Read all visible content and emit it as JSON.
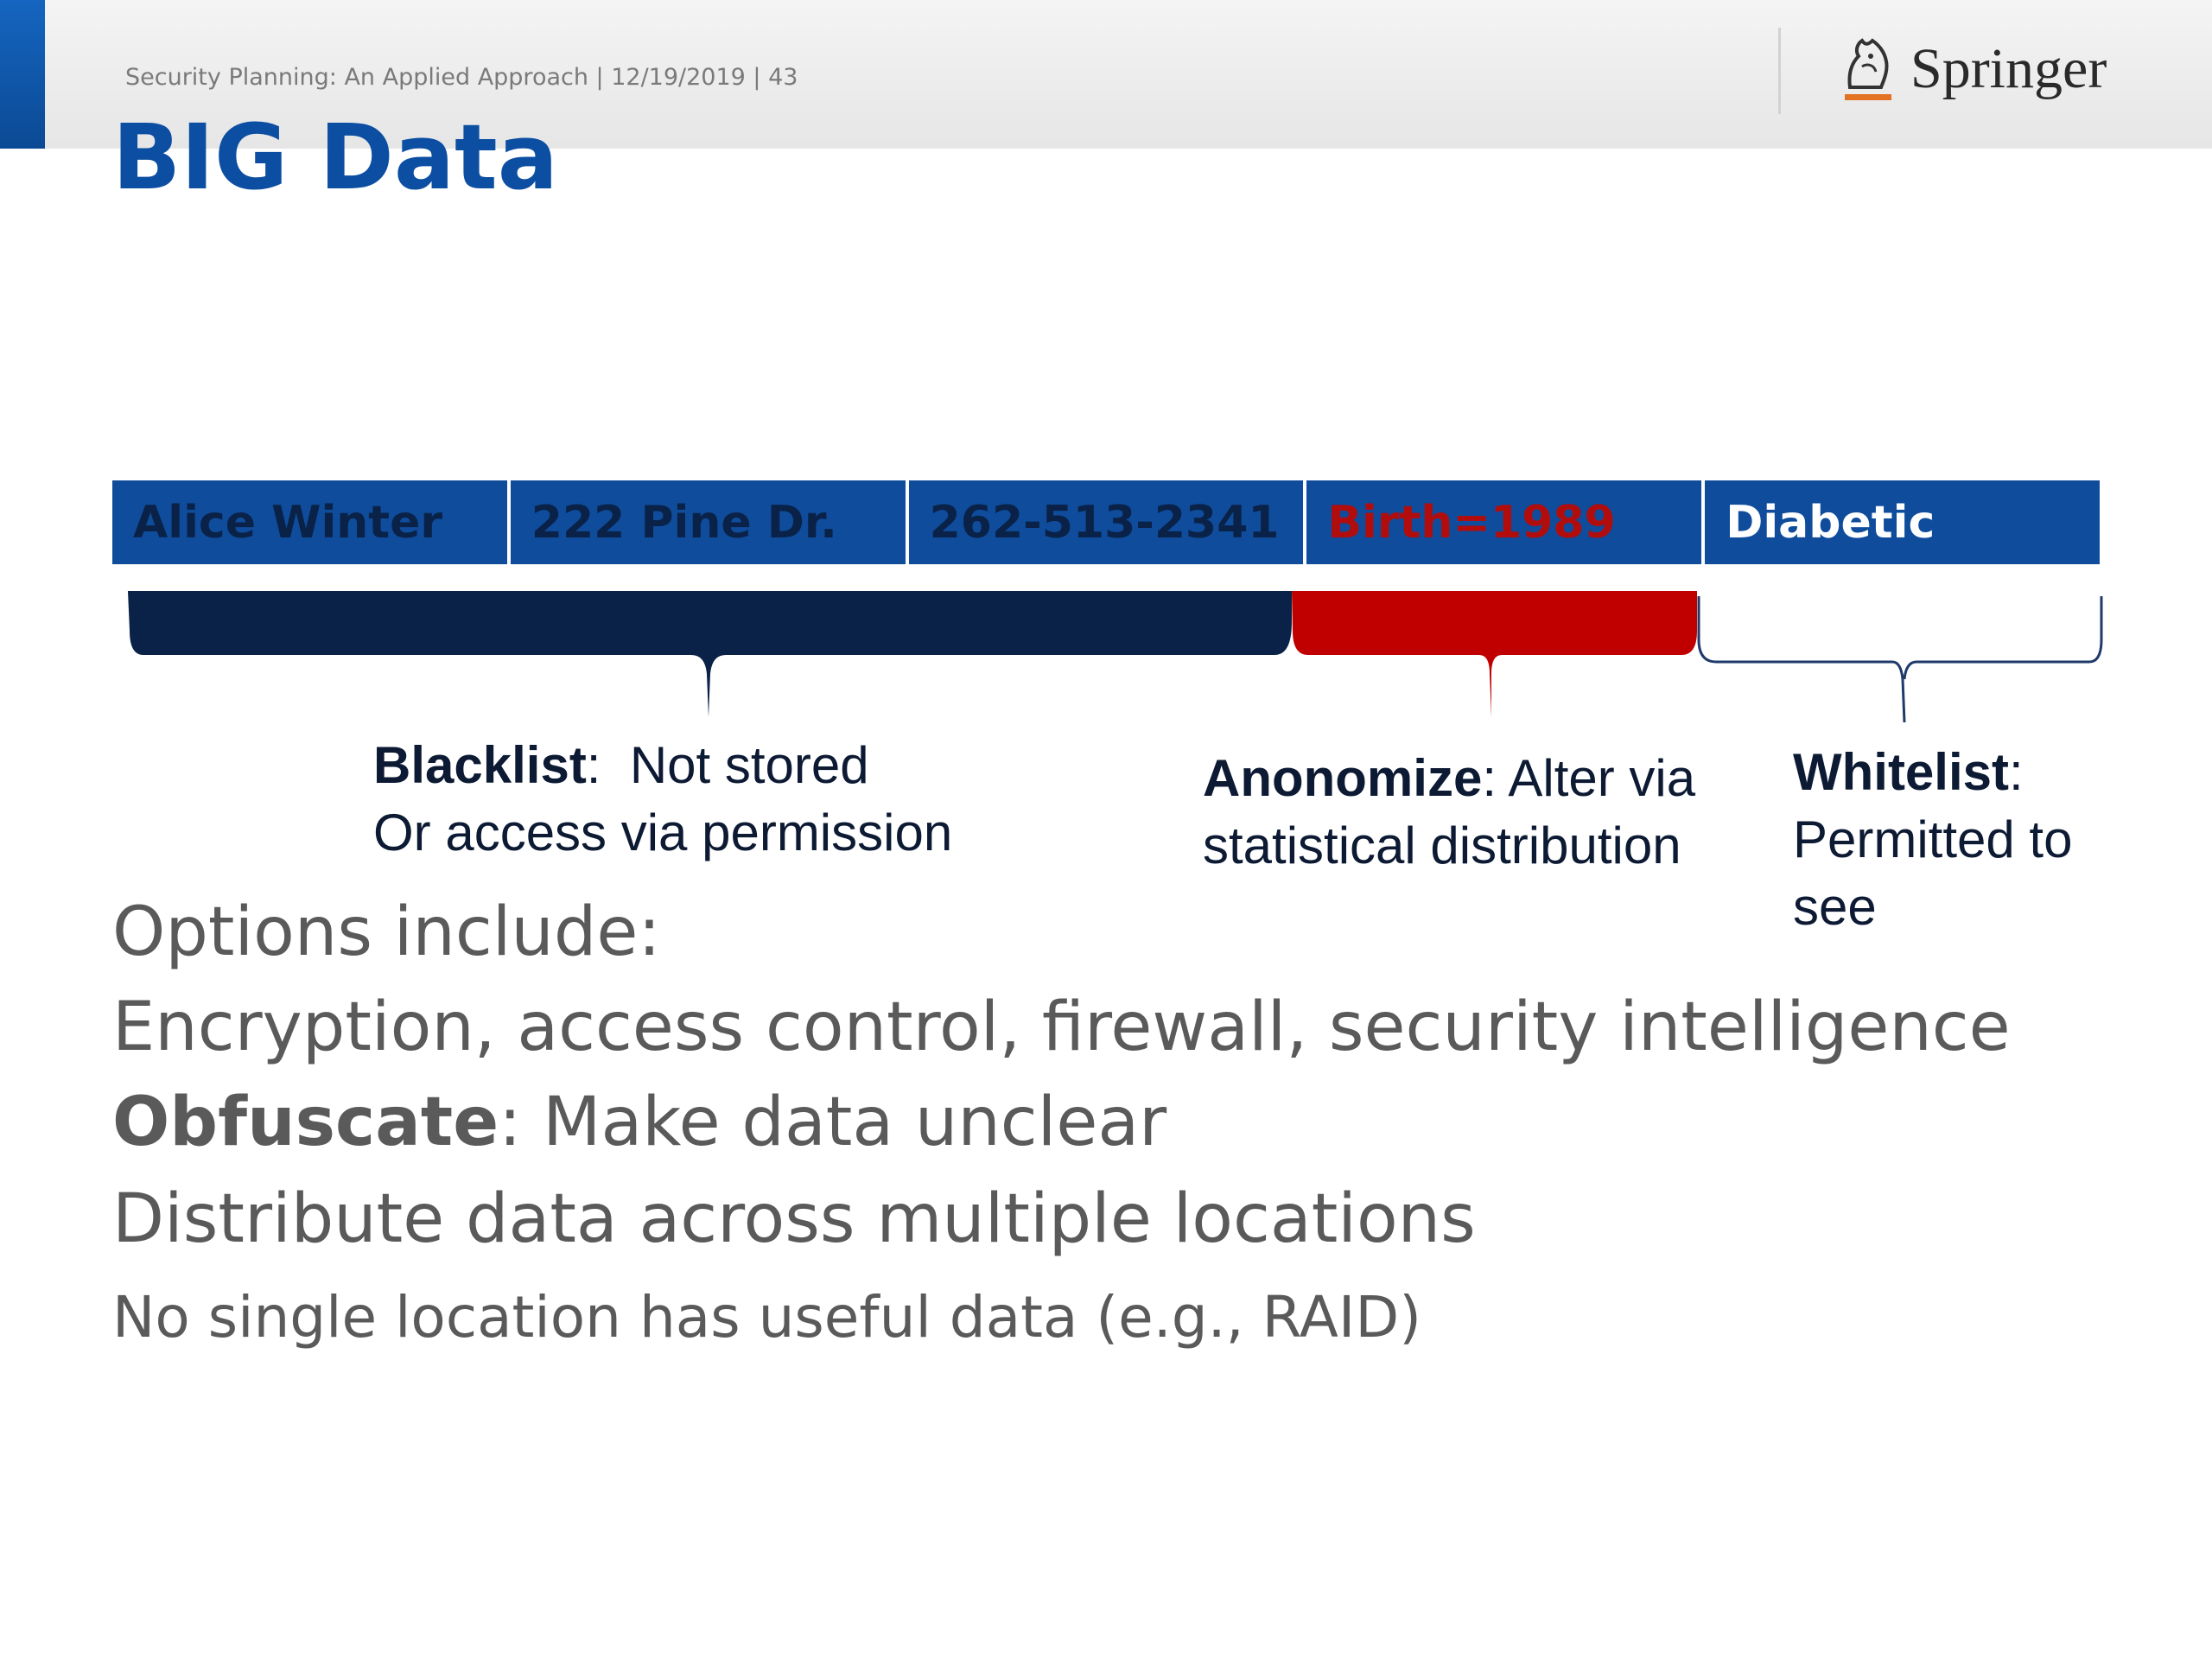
{
  "header": {
    "meta": "Security Planning: An Applied Approach | 12/19/2019 | 43",
    "logo_text": "Springer"
  },
  "slide": {
    "title": "BIG Data"
  },
  "record": {
    "fields": [
      {
        "text": "Alice Winter",
        "category": "blacklist"
      },
      {
        "text": "222 Pine Dr.",
        "category": "blacklist"
      },
      {
        "text": "262-513-2341",
        "category": "blacklist"
      },
      {
        "text": "Birth=1989",
        "category": "anonymize"
      },
      {
        "text": "Diabetic",
        "category": "whitelist"
      }
    ]
  },
  "captions": {
    "blacklist": {
      "term": "Blacklist",
      "sep": ":  ",
      "line1": "Not stored",
      "line2": "Or access via permission"
    },
    "anonymize": {
      "term": "Anonomize",
      "sep": ": ",
      "line1": "Alter via",
      "line2": "statistical distribution"
    },
    "whitelist": {
      "term": "Whitelist",
      "sep": ":",
      "line2": "Permitted to",
      "line3": "see"
    }
  },
  "options": {
    "heading": "Options include:",
    "item1": "Encryption, access control, firewall, security intelligence",
    "item2_term": "Obfuscate",
    "item2_rest": ": Make data unclear",
    "item3": "Distribute data across multiple locations",
    "item4": "No single location has useful data (e.g., RAID)"
  },
  "colors": {
    "title_blue": "#0b4ea2",
    "field_blue": "#0f4c9c",
    "blacklist_navy": "#0a2247",
    "anonymize_red": "#c00000",
    "body_gray": "#5a5a5a"
  }
}
